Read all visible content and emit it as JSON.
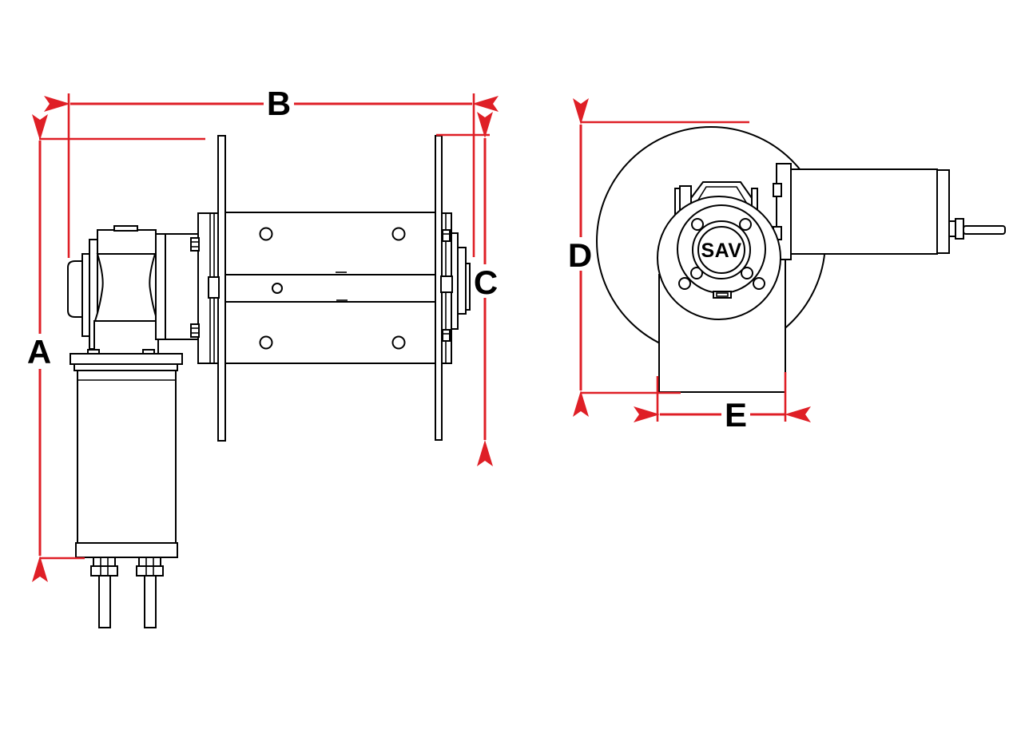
{
  "drawing": {
    "hub_label": "SAV",
    "dimensions": {
      "a": "A",
      "b": "B",
      "c": "C",
      "d": "D",
      "e": "E"
    }
  },
  "colors": {
    "dimension_red": "#df1f26",
    "line_black": "#000000",
    "background": "#ffffff"
  }
}
